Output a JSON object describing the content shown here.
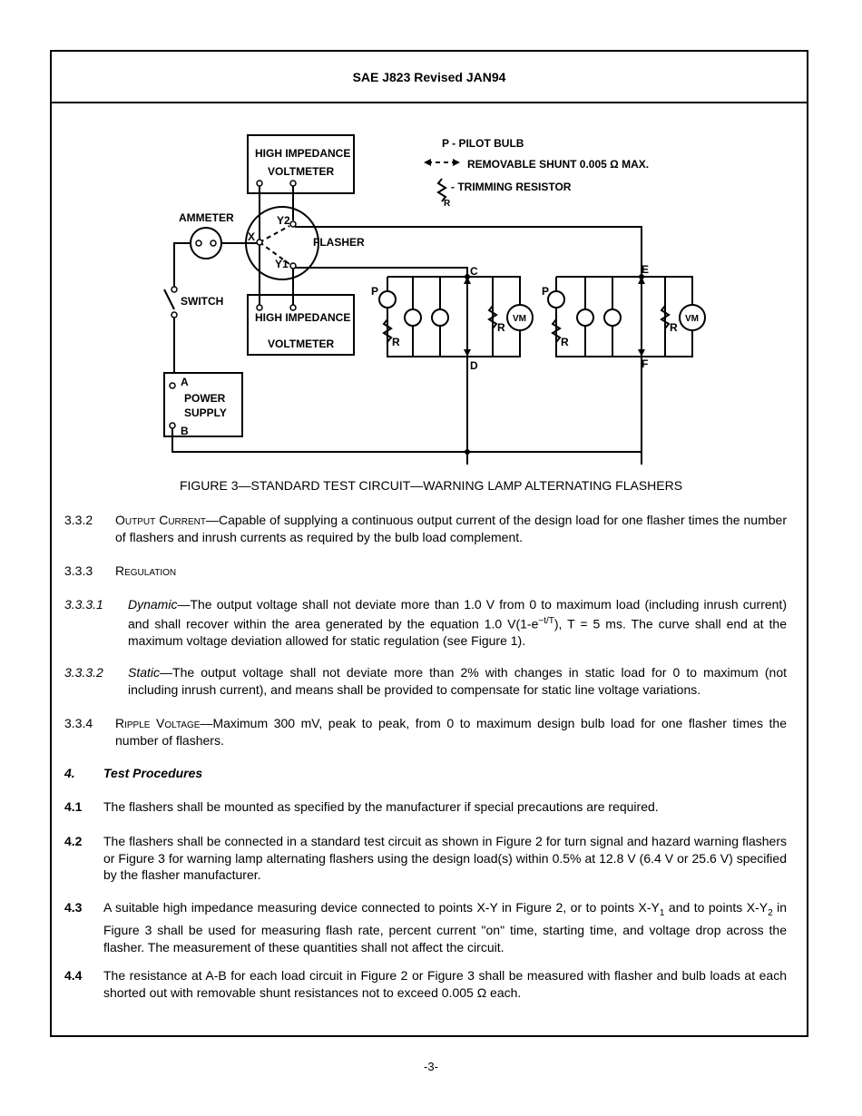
{
  "header": {
    "title": "SAE J823 Revised JAN94"
  },
  "figure": {
    "legend": {
      "pilot": "P - PILOT BULB",
      "shunt": "REMOVABLE SHUNT 0.005 Ω MAX.",
      "trim": "- TRIMMING RESISTOR"
    },
    "labels": {
      "hiv_top_1": "HIGH IMPEDANCE",
      "hiv_top_2": "VOLTMETER",
      "hiv_bot_1": "HIGH IMPEDANCE",
      "hiv_bot_2": "VOLTMETER",
      "ammeter": "AMMETER",
      "switch": "SWITCH",
      "flasher": "FLASHER",
      "x": "X",
      "y2": "Y2",
      "y1": "Y1",
      "power_1": "POWER",
      "power_2": "SUPPLY",
      "a": "A",
      "b": "B",
      "c": "C",
      "d": "D",
      "e": "E",
      "f": "F",
      "p1": "P",
      "p2": "P",
      "r": "R",
      "vm": "VM"
    },
    "caption": "FIGURE 3—STANDARD TEST CIRCUIT—WARNING LAMP ALTERNATING FLASHERS"
  },
  "sections": {
    "s332": {
      "num": "3.3.2",
      "title": "Output Current",
      "text": "—Capable of supplying a continuous output current of the design load for one flasher times the number of flashers and inrush currents as required by the bulb load complement."
    },
    "s333": {
      "num": "3.3.3",
      "title": "Regulation"
    },
    "s3331": {
      "num": "3.3.3.1",
      "title": "Dynamic",
      "text_a": "—The output voltage shall not deviate more than 1.0 V from 0 to maximum load (including inrush current) and shall recover within the area generated by the equation 1.0 V(1-e",
      "sup": "−t/T",
      "text_b": "), T = 5 ms.  The curve shall end at the maximum voltage deviation allowed for static regulation (see Figure 1)."
    },
    "s3332": {
      "num": "3.3.3.2",
      "title": "Static",
      "text": "—The output voltage shall not deviate more than 2% with changes in static load for 0 to maximum (not including inrush current), and means shall be provided to compensate for static line voltage variations."
    },
    "s334": {
      "num": "3.3.4",
      "title": "Ripple Voltage",
      "text": "—Maximum 300 mV, peak to peak, from 0 to maximum design bulb load for one flasher times the number of flashers."
    },
    "s4": {
      "num": "4.",
      "title": "Test Procedures"
    },
    "s41": {
      "num": "4.1",
      "text": "The flashers shall be mounted as specified by the manufacturer if special precautions are required."
    },
    "s42": {
      "num": "4.2",
      "text": "The flashers shall be connected in a standard test circuit as shown in Figure 2 for turn signal and hazard warning flashers or Figure 3 for warning lamp alternating flashers using the design load(s) within 0.5% at 12.8 V (6.4 V or 25.6 V) specified by the flasher manufacturer."
    },
    "s43": {
      "num": "4.3",
      "text_a": "A suitable high impedance measuring device connected to points X-Y in Figure 2, or to points X-Y",
      "sub1": "1",
      "text_b": " and to points X-Y",
      "sub2": "2",
      "text_c": " in Figure 3 shall be used for measuring flash rate, percent current \"on\" time, starting time, and voltage drop across the flasher.  The measurement of these quantities shall not affect the circuit."
    },
    "s44": {
      "num": "4.4",
      "text": "The resistance at A-B for each load circuit in Figure 2 or Figure 3 shall be measured with flasher and bulb loads at each shorted out with removable shunt resistances not to exceed 0.005 Ω each."
    }
  },
  "footer": {
    "page": "-3-"
  }
}
